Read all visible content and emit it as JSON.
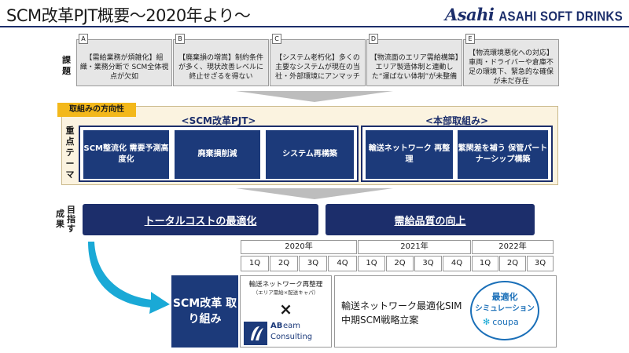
{
  "header": {
    "title": "SCM改革PJT概要～2020年より～",
    "logo_mark": "Asahi",
    "logo_text": "ASAHI SOFT DRINKS"
  },
  "issues": {
    "label": "課題",
    "items": [
      {
        "letter": "A",
        "text": "【需給業務が煩雑化】組織・業務分断で SCM全体視点が欠如"
      },
      {
        "letter": "B",
        "text": "【廃棄損の増嵩】制約条件が多く、現状改善レベルに終止せざるを得ない"
      },
      {
        "letter": "C",
        "text": "【システム老朽化】多くの主要なシステムが現在の当社・外部環境にアンマッチ"
      },
      {
        "letter": "D",
        "text": "【物流面のエリア需給構築】エリア製造体制と連動した“運ばない体制”が未整備"
      },
      {
        "letter": "E",
        "text": "【物流環境悪化への対応】車両・ドライバーや倉庫不足の環境下、緊急的な確保が未だ存在"
      }
    ]
  },
  "direction": {
    "tab": "取組みの方向性",
    "focus_label": "重点テーマ",
    "groups": [
      {
        "title": "<SCM改革PJT>",
        "themes": [
          "SCM整流化 需要予測高度化",
          "廃棄損削減",
          "システム再構築"
        ]
      },
      {
        "title": "<本部取組み>",
        "themes": [
          "輸送ネットワーク 再整理",
          "繁閑差を補う 保管パートナーシップ構築"
        ]
      }
    ]
  },
  "results": {
    "label_a": "成果",
    "label_b": "目指す",
    "items": [
      "トータルコストの最適化",
      "需給品質の向上"
    ]
  },
  "timeline": {
    "years": [
      {
        "label": "2020年",
        "quarters": [
          "1Q",
          "2Q",
          "3Q",
          "4Q"
        ]
      },
      {
        "label": "2021年",
        "quarters": [
          "1Q",
          "2Q",
          "3Q",
          "4Q"
        ]
      },
      {
        "label": "2022年",
        "quarters": [
          "1Q",
          "2Q",
          "3Q"
        ]
      }
    ]
  },
  "bottom": {
    "scm_label": "SCM改革 取り組み",
    "reorg_title": "輸送ネットワーク再整理",
    "reorg_sub": "（エリア需給×配送キャパ）",
    "times": "×",
    "abeam_top": "AB",
    "abeam_eam": "eam",
    "abeam_consulting": "Consulting",
    "sim_line1": "輸送ネットワーク最適化SIM",
    "sim_line2": "中期SCM戦略立案",
    "badge_line1": "最適化",
    "badge_line2": "シミュレーション",
    "badge_coupa": "coupa"
  },
  "colors": {
    "navy": "#1c2e6b",
    "theme_blue": "#1c3a7a",
    "tab_yellow": "#f3b81b",
    "arrow_cyan": "#1aa9d6",
    "coupa_blue": "#1a6fb8"
  }
}
